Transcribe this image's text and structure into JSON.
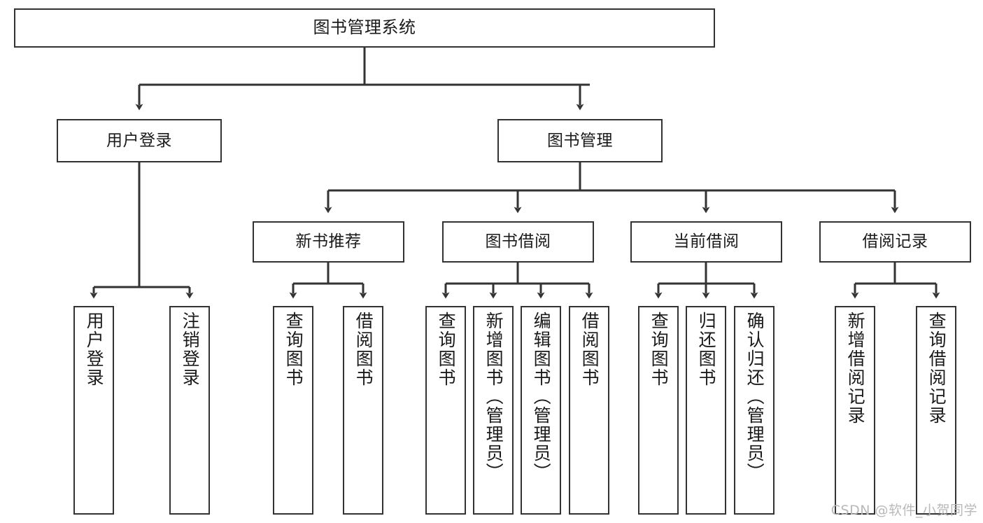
{
  "diagram": {
    "title": "图书管理系统",
    "type": "tree-hierarchy",
    "watermark": "CSDN @软件_小贺同学",
    "colors": {
      "background": "#ffffff",
      "box_border": "#333333",
      "box_fill": "#ffffff",
      "connector": "#333333",
      "text": "#1a1a1a",
      "watermark": "#b9b9b9"
    },
    "levels": {
      "root": {
        "label": "图书管理系统"
      },
      "level2": [
        {
          "label": "用户登录"
        },
        {
          "label": "图书管理"
        }
      ],
      "level3": [
        {
          "label": "新书推荐"
        },
        {
          "label": "图书借阅"
        },
        {
          "label": "当前借阅"
        },
        {
          "label": "借阅记录"
        }
      ],
      "leaves": {
        "user_login": [
          {
            "label": "用户登录"
          },
          {
            "label": "注销登录"
          }
        ],
        "new_book_recommend": [
          {
            "label": "查询图书"
          },
          {
            "label": "借阅图书"
          }
        ],
        "book_borrow": [
          {
            "label": "查询图书"
          },
          {
            "label": "新增图书（管理员）"
          },
          {
            "label": "编辑图书（管理员）"
          },
          {
            "label": "借阅图书"
          }
        ],
        "current_borrow": [
          {
            "label": "查询图书"
          },
          {
            "label": "归还图书"
          },
          {
            "label": "确认归还（管理员）"
          }
        ],
        "borrow_record": [
          {
            "label": "新增借阅记录"
          },
          {
            "label": "查询借阅记录"
          }
        ]
      }
    }
  }
}
